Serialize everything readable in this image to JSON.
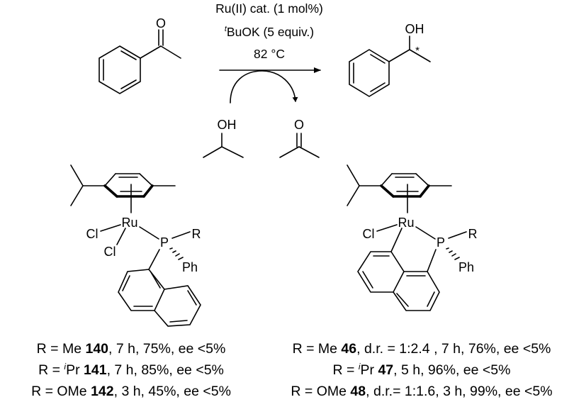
{
  "conditions": {
    "catalyst": "Ru(II) cat. (1 mol%)",
    "base_sup": "t",
    "base": "BuOK (5 equiv.)",
    "temperature": "82 °C"
  },
  "atoms": {
    "oxygen": "O",
    "hydroxyl": "OH",
    "stereocenter": "*",
    "ruthenium": "Ru",
    "chlorine": "Cl",
    "phosphorus": "P",
    "r_group": "R",
    "phenyl": "Ph"
  },
  "results_left": [
    {
      "prefix": "R = ",
      "sup": "",
      "r": "Me ",
      "num": "140",
      "rest": ", 7 h, 75%, ee <5%"
    },
    {
      "prefix": "R = ",
      "sup": "i",
      "r": "Pr ",
      "num": "141",
      "rest": ", 7 h, 85%, ee <5%"
    },
    {
      "prefix": "R = ",
      "sup": "",
      "r": "OMe ",
      "num": "142",
      "rest": ", 3 h, 45%, ee <5%"
    }
  ],
  "results_right": [
    {
      "prefix": "R = ",
      "sup": "",
      "r": "Me ",
      "num": "46",
      "rest": ", d.r. = 1:2.4 , 7 h, 76%, ee <5%"
    },
    {
      "prefix": "R = ",
      "sup": "i",
      "r": "Pr ",
      "num": "47",
      "rest": ", 5 h, 96%, ee <5%"
    },
    {
      "prefix": "R = ",
      "sup": "",
      "r": "OMe ",
      "num": "48",
      "rest": ", d.r.= 1:1.6, 3 h, 99%, ee <5%"
    }
  ]
}
